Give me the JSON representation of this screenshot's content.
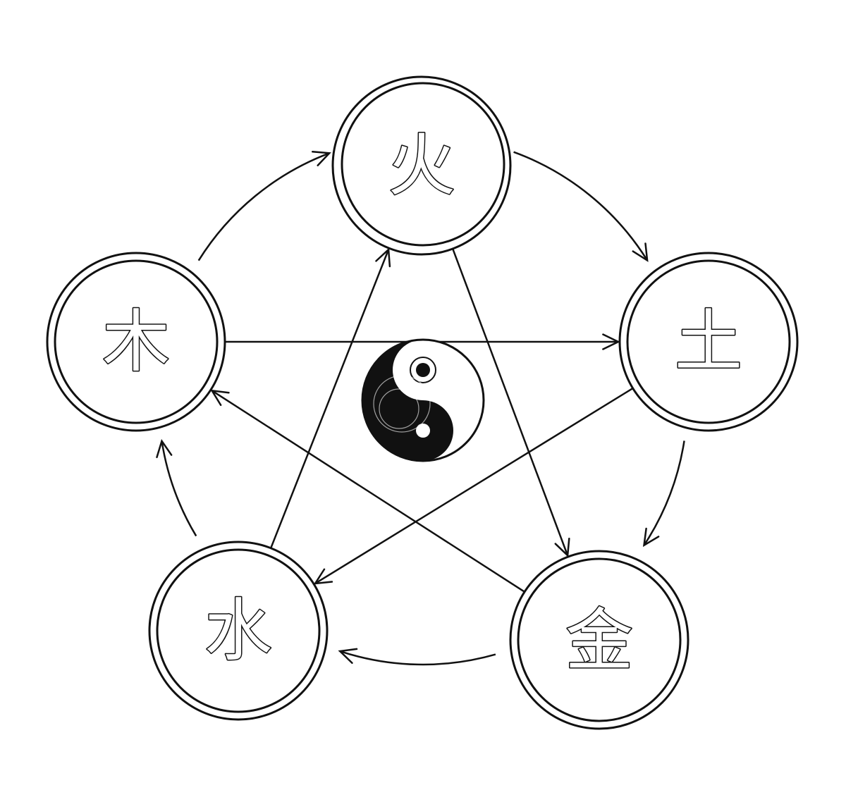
{
  "diagram": {
    "nodes": [
      {
        "id": "top",
        "label": "火"
      },
      {
        "id": "right",
        "label": "土"
      },
      {
        "id": "bottom_right",
        "label": "金"
      },
      {
        "id": "bottom_left",
        "label": "水"
      },
      {
        "id": "left",
        "label": "木"
      }
    ],
    "generating_cycle": [
      {
        "from": "left",
        "to": "top"
      },
      {
        "from": "top",
        "to": "right"
      },
      {
        "from": "right",
        "to": "bottom_right"
      },
      {
        "from": "bottom_right",
        "to": "bottom_left"
      },
      {
        "from": "bottom_left",
        "to": "left"
      }
    ],
    "controlling_cycle": [
      {
        "from": "top",
        "to": "bottom_right"
      },
      {
        "from": "bottom_right",
        "to": "left"
      },
      {
        "from": "left",
        "to": "right"
      },
      {
        "from": "right",
        "to": "bottom_left"
      },
      {
        "from": "bottom_left",
        "to": "top"
      }
    ],
    "center_symbol": "yin-yang-icon"
  },
  "colors": {
    "line": "#111111",
    "background": "#ffffff"
  }
}
